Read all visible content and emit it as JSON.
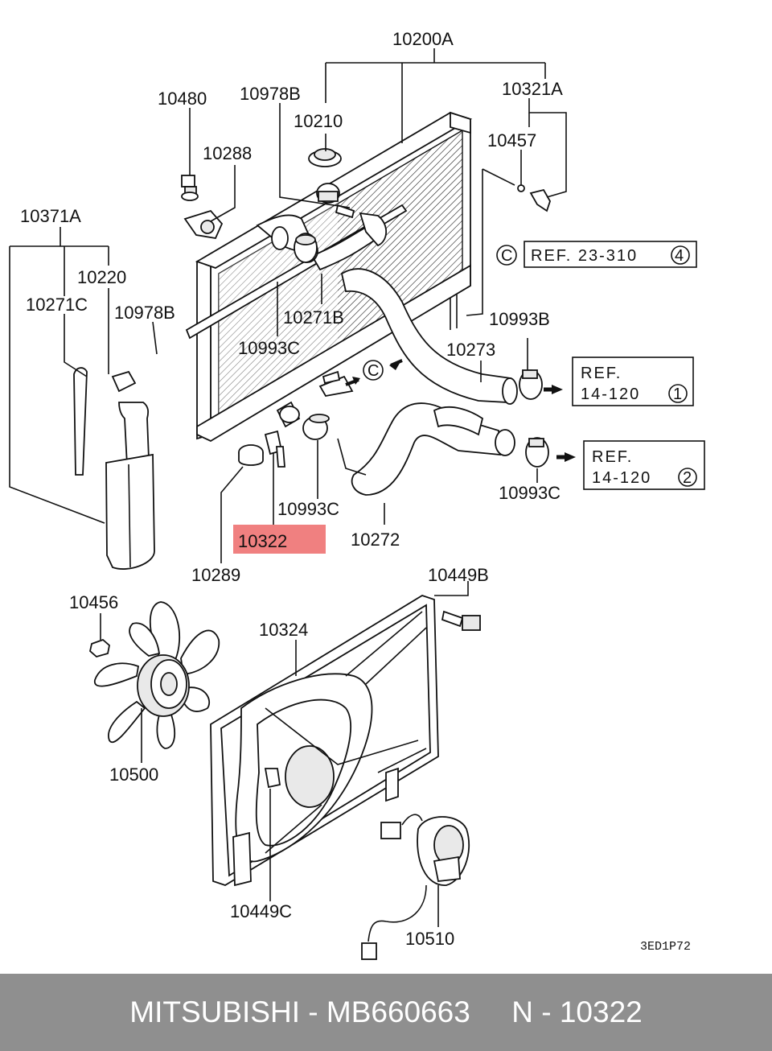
{
  "labels": {
    "p10200A": "10200A",
    "p10321A": "10321A",
    "p10480": "10480",
    "p10978B_top": "10978B",
    "p10210": "10210",
    "p10457": "10457",
    "p10288": "10288",
    "p10371A": "10371A",
    "p10220": "10220",
    "p10271C": "10271C",
    "p10978B_left": "10978B",
    "p10271B": "10271B",
    "p10993C_top": "10993C",
    "p10993B": "10993B",
    "p10273": "10273",
    "p10993C_mid": "10993C",
    "p10322": "10322",
    "p10272": "10272",
    "p10993C_right": "10993C",
    "p10289": "10289",
    "p10449B": "10449B",
    "p10456": "10456",
    "p10324": "10324",
    "p10500": "10500",
    "p10449C": "10449C",
    "p10510": "10510"
  },
  "refs": {
    "ref1_letter": "C",
    "ref1_text": "REF. 23-310",
    "ref1_num": "4",
    "ref2_letter": "C",
    "ref3_line1": "REF.",
    "ref3_line2": "14-120",
    "ref3_num": "1",
    "ref4_line1": "REF.",
    "ref4_line2": "14-120",
    "ref4_num": "2"
  },
  "drawing_code": "3ED1P72",
  "highlight_color": "#f08080",
  "footer": {
    "text": "MITSUBISHI - MB660663     N - 10322"
  }
}
